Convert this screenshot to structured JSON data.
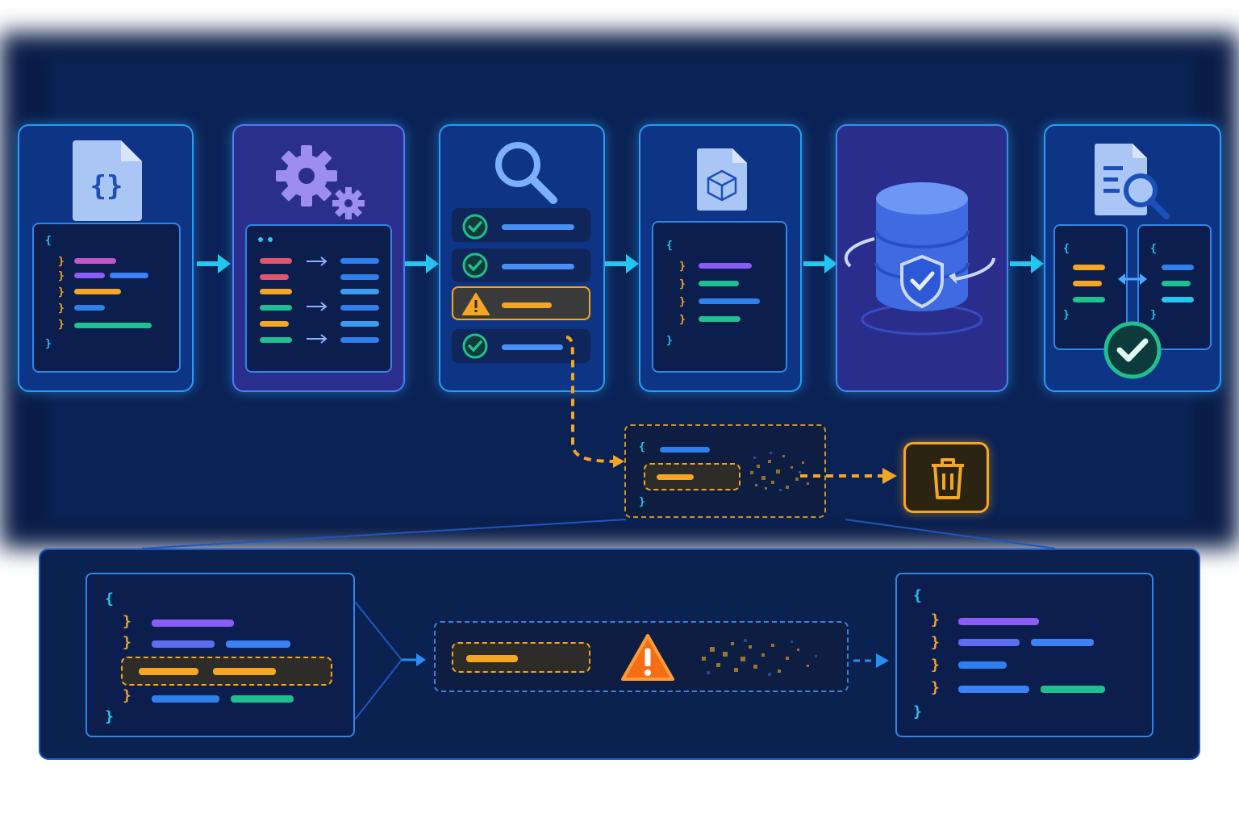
{
  "colors": {
    "blue": "#2a9df4",
    "accent_cyan": "#23c7f0",
    "warning": "#f5a623",
    "success": "#1fbf8f",
    "purple": "#8b5cf6",
    "bg": "#0a1d48"
  },
  "pipeline": {
    "steps": [
      {
        "id": "source",
        "icon": "json-file-icon"
      },
      {
        "id": "transform",
        "icon": "gear-icon"
      },
      {
        "id": "validate",
        "icon": "magnifier-icon"
      },
      {
        "id": "package",
        "icon": "cube-file-icon"
      },
      {
        "id": "store",
        "icon": "secure-database-icon"
      },
      {
        "id": "verify",
        "icon": "document-search-icon"
      }
    ],
    "validation_rows": [
      "valid",
      "valid",
      "warning",
      "valid"
    ],
    "discard": {
      "icon": "trash-icon"
    }
  },
  "detail": {
    "input": "code-block",
    "issue": "warning-icon",
    "output": "cleaned-code-block"
  }
}
